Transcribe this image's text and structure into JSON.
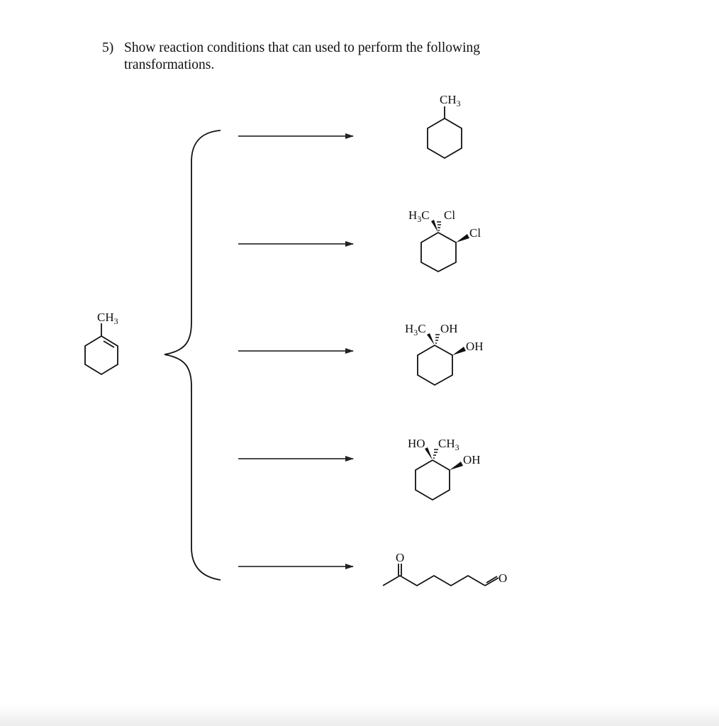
{
  "question": {
    "number": "5)",
    "line1": "Show reaction conditions that can used to perform the following",
    "line2": "transformations."
  },
  "starting_material": {
    "name": "1-methylcyclohexene",
    "substituent_label": "CH",
    "substituent_sub": "3"
  },
  "transformations": [
    {
      "product": "methylcyclohexane",
      "labels": {
        "ch3": "CH",
        "ch3_sub": "3"
      },
      "reagent_conditions": ""
    },
    {
      "product": "1,2-dichloro-1-methylcyclohexane",
      "labels": {
        "h3c_h": "H",
        "h3c_sub": "3",
        "h3c_c": "C",
        "cl1": "Cl",
        "cl2": "Cl"
      },
      "reagent_conditions": ""
    },
    {
      "product": "1-methylcyclohexane-1,2-diol (isomer A)",
      "labels": {
        "h3c_h": "H",
        "h3c_sub": "3",
        "h3c_c": "C",
        "oh1": "OH",
        "oh2": "OH"
      },
      "reagent_conditions": ""
    },
    {
      "product": "1-methylcyclohexane-1,2-diol (isomer B)",
      "labels": {
        "ho": "HO",
        "ch3": "CH",
        "ch3_sub": "3",
        "oh2": "OH"
      },
      "reagent_conditions": ""
    },
    {
      "product": "6-oxoheptanal",
      "labels": {
        "o1": "O",
        "o2": "O"
      },
      "reagent_conditions": ""
    }
  ]
}
